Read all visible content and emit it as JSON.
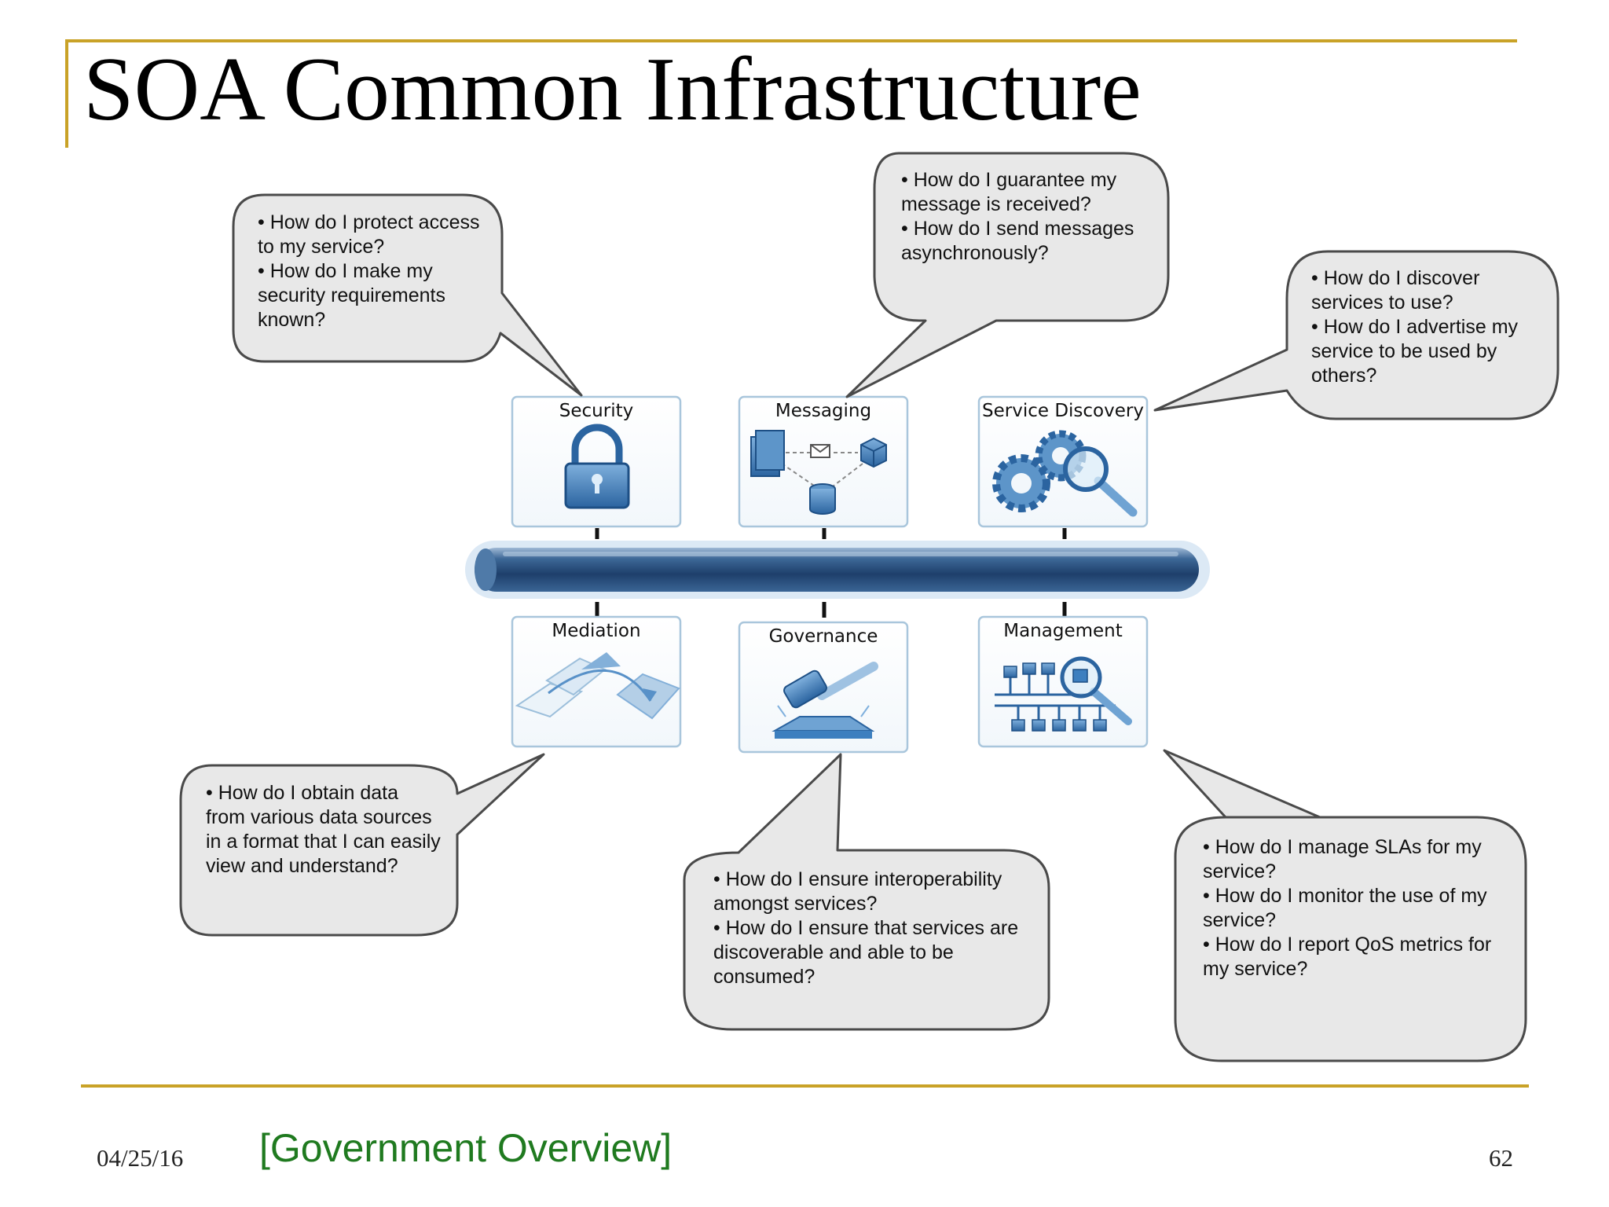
{
  "slide": {
    "title": "SOA Common Infrastructure",
    "footer_date": "04/25/16",
    "footer_center": "[Government Overview]",
    "page_number": "62"
  },
  "components": {
    "security": "Security",
    "messaging": "Messaging",
    "service_discovery": "Service Discovery",
    "mediation": "Mediation",
    "governance": "Governance",
    "management": "Management"
  },
  "bubbles": {
    "security": {
      "q1": "• How do I protect access to my service?",
      "q2": "• How do I make my security requirements known?"
    },
    "messaging": {
      "q1": "• How do I guarantee my message is received?",
      "q2": "• How do I send messages asynchronously?"
    },
    "discovery": {
      "q1": "• How do I discover services to use?",
      "q2": "• How do I advertise my service to be used by others?"
    },
    "mediation": {
      "q1": "• How do I obtain data from various data sources in a format that I can easily view and understand?"
    },
    "governance": {
      "q1": "• How do I ensure interoperability amongst services?",
      "q2": "• How do I ensure that services are discoverable and able to be consumed?"
    },
    "management": {
      "q1": "• How do I manage SLAs for my service?",
      "q2": "• How do I monitor the use of my service?",
      "q3": "• How do I report QoS metrics for my service?"
    }
  },
  "icons": {
    "security": "padlock-icon",
    "messaging": "servers-envelope-icon",
    "service_discovery": "gears-magnifier-icon",
    "mediation": "transform-arrow-icon",
    "governance": "gavel-icon",
    "management": "network-magnifier-icon"
  },
  "colors": {
    "gold": "#c9a227",
    "bubble_fill": "#e8e8e8",
    "bubble_stroke": "#4a4a4a",
    "bus_dark": "#1e3f6b",
    "icon_blue": "#3d7fbf",
    "footer_green": "#1f7a1f"
  }
}
